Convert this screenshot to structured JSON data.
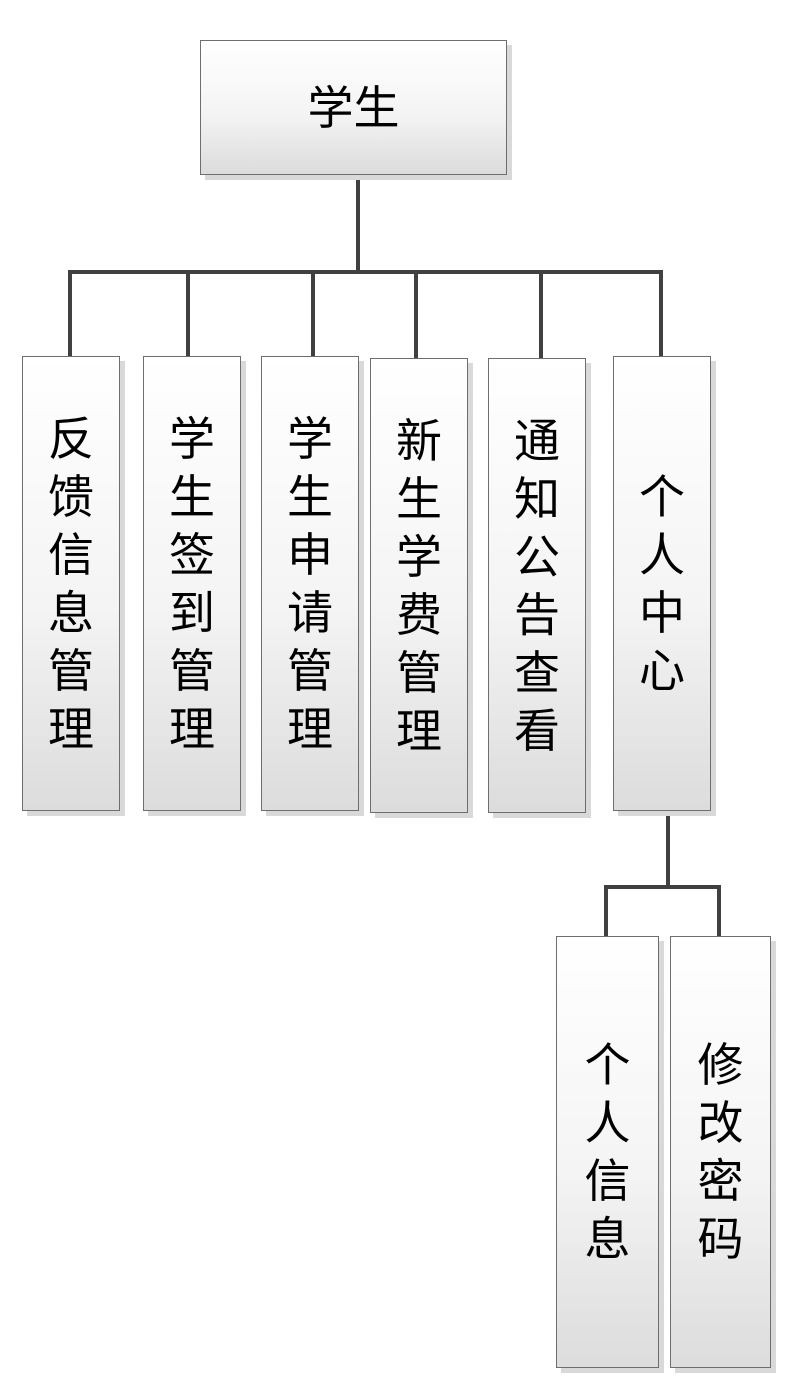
{
  "root": {
    "label": "学生"
  },
  "modules": [
    {
      "label": "反馈信息管理"
    },
    {
      "label": "学生签到管理"
    },
    {
      "label": "学生申请管理"
    },
    {
      "label": "新生学费管理"
    },
    {
      "label": "通知公告查看"
    },
    {
      "label": "个人中心"
    }
  ],
  "personal_center_children": [
    {
      "label": "个人信息"
    },
    {
      "label": "修改密码"
    }
  ],
  "colors": {
    "node_border": "#6e6e6e",
    "connector": "#404040",
    "shadow": "#d9d9d9"
  }
}
